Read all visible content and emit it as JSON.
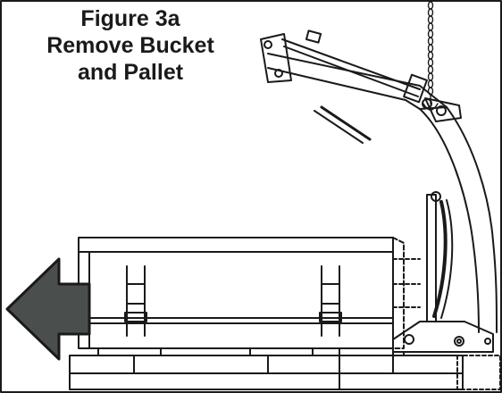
{
  "figure": {
    "title_lines": [
      "Figure 3a",
      "Remove Bucket",
      "and Pallet"
    ]
  },
  "icons": {
    "direction_arrow": "left-arrow-icon",
    "hoist_chain": "chain-icon"
  },
  "colors": {
    "line": "#1a1a1a",
    "arrow_fill": "#4a4f4e",
    "background": "#ffffff"
  }
}
